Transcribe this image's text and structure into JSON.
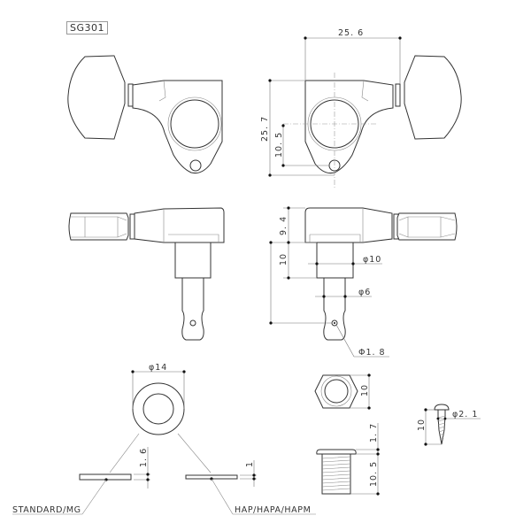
{
  "model": "SG301",
  "front_view": {
    "dimensions": {
      "overall_width": "25. 6",
      "overall_height": "25. 7",
      "post_to_screw": "10. 5"
    }
  },
  "side_view": {
    "dimensions": {
      "housing_height": "9. 4",
      "shaft_length": "10",
      "shaft_dia_large": "φ10",
      "shaft_dia_small": "φ6",
      "string_hole_dia": "Φ1. 8"
    }
  },
  "washer": {
    "diameter": "φ14",
    "standard": {
      "label": "STANDARD/MG",
      "thickness": "1. 6"
    },
    "hap": {
      "label": "HAP/HAPA/HAPM",
      "thickness": "1"
    }
  },
  "bushing": {
    "hex_width": "10",
    "flange_thickness": "1. 7",
    "thread_length": "10. 5"
  },
  "screw": {
    "length": "10",
    "diameter": "φ2. 1"
  },
  "colors": {
    "line": "#333333",
    "dimension": "#777777",
    "background": "#ffffff"
  }
}
